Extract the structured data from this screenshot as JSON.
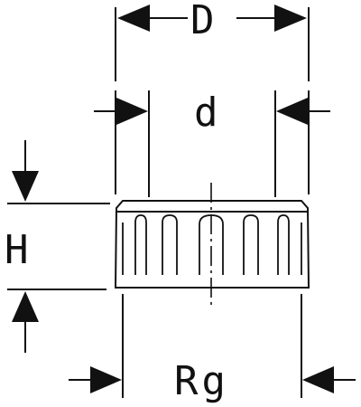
{
  "diagram": {
    "labels": {
      "outer_diameter": "D",
      "inner_diameter": "d",
      "height": "H",
      "thread": "Rg"
    },
    "line_color": "#111111",
    "background": "#ffffff"
  }
}
